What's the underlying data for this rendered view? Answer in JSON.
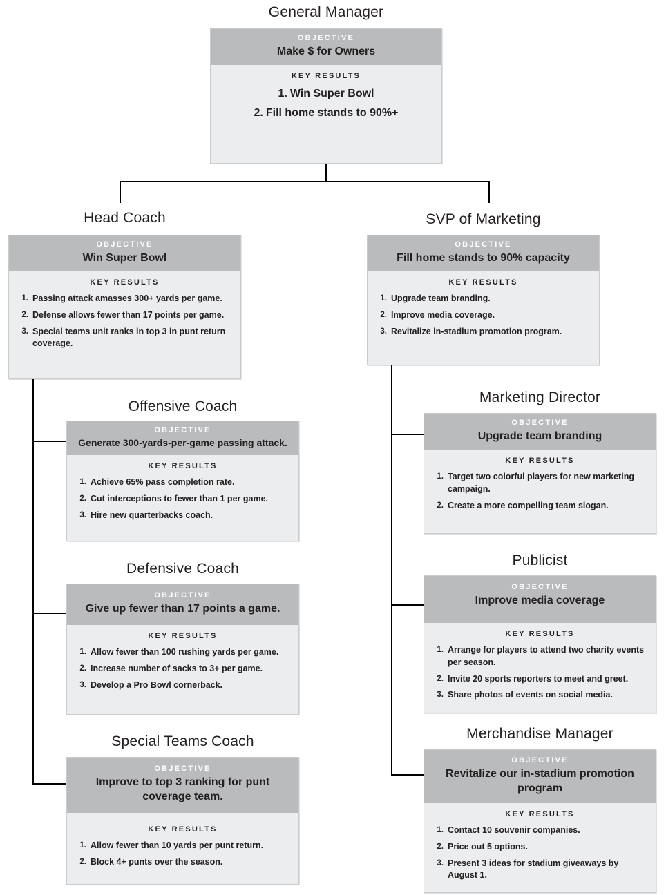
{
  "labels": {
    "objective": "OBJECTIVE",
    "key_results": "KEY RESULTS"
  },
  "nodes": {
    "general_manager": {
      "title": "General Manager",
      "objective": "Make $ for Owners",
      "key_results": [
        "Win Super Bowl",
        "Fill home stands to 90%+"
      ]
    },
    "head_coach": {
      "title": "Head Coach",
      "objective": "Win Super Bowl",
      "key_results": [
        "Passing attack amasses 300+ yards per game.",
        "Defense allows fewer than 17 points per game.",
        "Special teams unit ranks in top 3 in punt return coverage."
      ]
    },
    "svp_marketing": {
      "title": "SVP of Marketing",
      "objective": "Fill home stands to 90% capacity",
      "key_results": [
        "Upgrade team branding.",
        "Improve media coverage.",
        "Revitalize in-stadium promotion program."
      ]
    },
    "offensive_coach": {
      "title": "Offensive Coach",
      "objective": "Generate 300-yards-per-game passing attack.",
      "key_results": [
        "Achieve 65% pass completion rate.",
        "Cut interceptions to fewer than 1 per game.",
        "Hire new quarterbacks coach."
      ]
    },
    "marketing_director": {
      "title": "Marketing Director",
      "objective": "Upgrade team branding",
      "key_results": [
        "Target two colorful players for new marketing campaign.",
        "Create a more compelling team slogan."
      ]
    },
    "defensive_coach": {
      "title": "Defensive Coach",
      "objective": "Give up fewer than 17 points a game.",
      "key_results": [
        "Allow fewer than 100 rushing yards per game.",
        "Increase number of sacks to 3+ per game.",
        "Develop a Pro Bowl cornerback."
      ]
    },
    "publicist": {
      "title": "Publicist",
      "objective": "Improve media coverage",
      "key_results": [
        "Arrange for players to attend two charity events per season.",
        "Invite 20 sports reporters to meet and greet.",
        "Share photos of events on social media."
      ]
    },
    "special_teams_coach": {
      "title": "Special Teams Coach",
      "objective": "Improve to top 3 ranking for punt coverage team.",
      "key_results": [
        "Allow fewer than 10 yards per punt return.",
        "Block 4+ punts over the season."
      ]
    },
    "merchandise_manager": {
      "title": "Merchandise Manager",
      "objective": "Revitalize our in-stadium promotion program",
      "key_results": [
        "Contact 10 souvenir companies.",
        "Price out 5 options.",
        "Present 3 ideas for stadium giveaways by August 1."
      ]
    }
  },
  "numbering": [
    "1.",
    "2.",
    "3."
  ],
  "colors": {
    "header_gray": "#b9bbbd",
    "body_gray": "#ebedef",
    "border": "#c9cccf",
    "text": "#231f20",
    "connector": "#000000",
    "header_label": "#ffffff"
  }
}
